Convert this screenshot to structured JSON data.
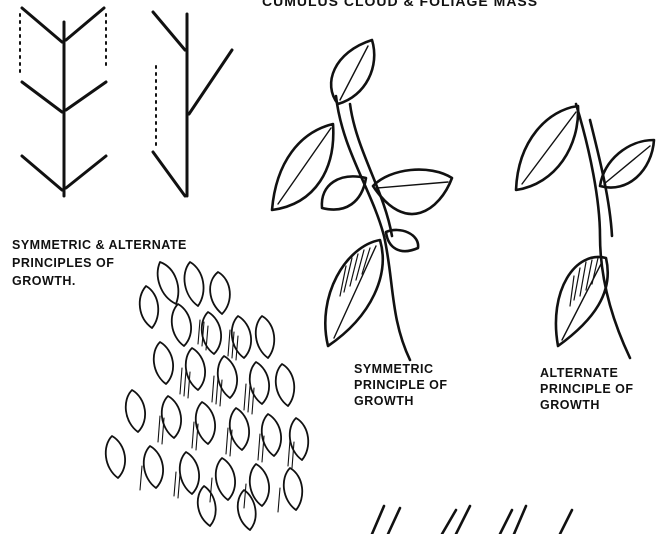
{
  "top_caption": "CUMULUS CLOUD & FOLIAGE MASS",
  "branch_diagrams": {
    "caption_line1": "SYMMETRIC & ALTERNATE",
    "caption_line2": "PRINCIPLES OF",
    "caption_line3": "GROWTH."
  },
  "leaf_symmetric": {
    "line1": "SYMMETRIC",
    "line2": "PRINCIPLE OF",
    "line3": "GROWTH"
  },
  "leaf_alternate": {
    "line1": "ALTERNATE",
    "line2": "PRINCIPLE OF",
    "line3": "GROWTH"
  },
  "colors": {
    "ink": "#111111",
    "paper": "#ffffff"
  }
}
